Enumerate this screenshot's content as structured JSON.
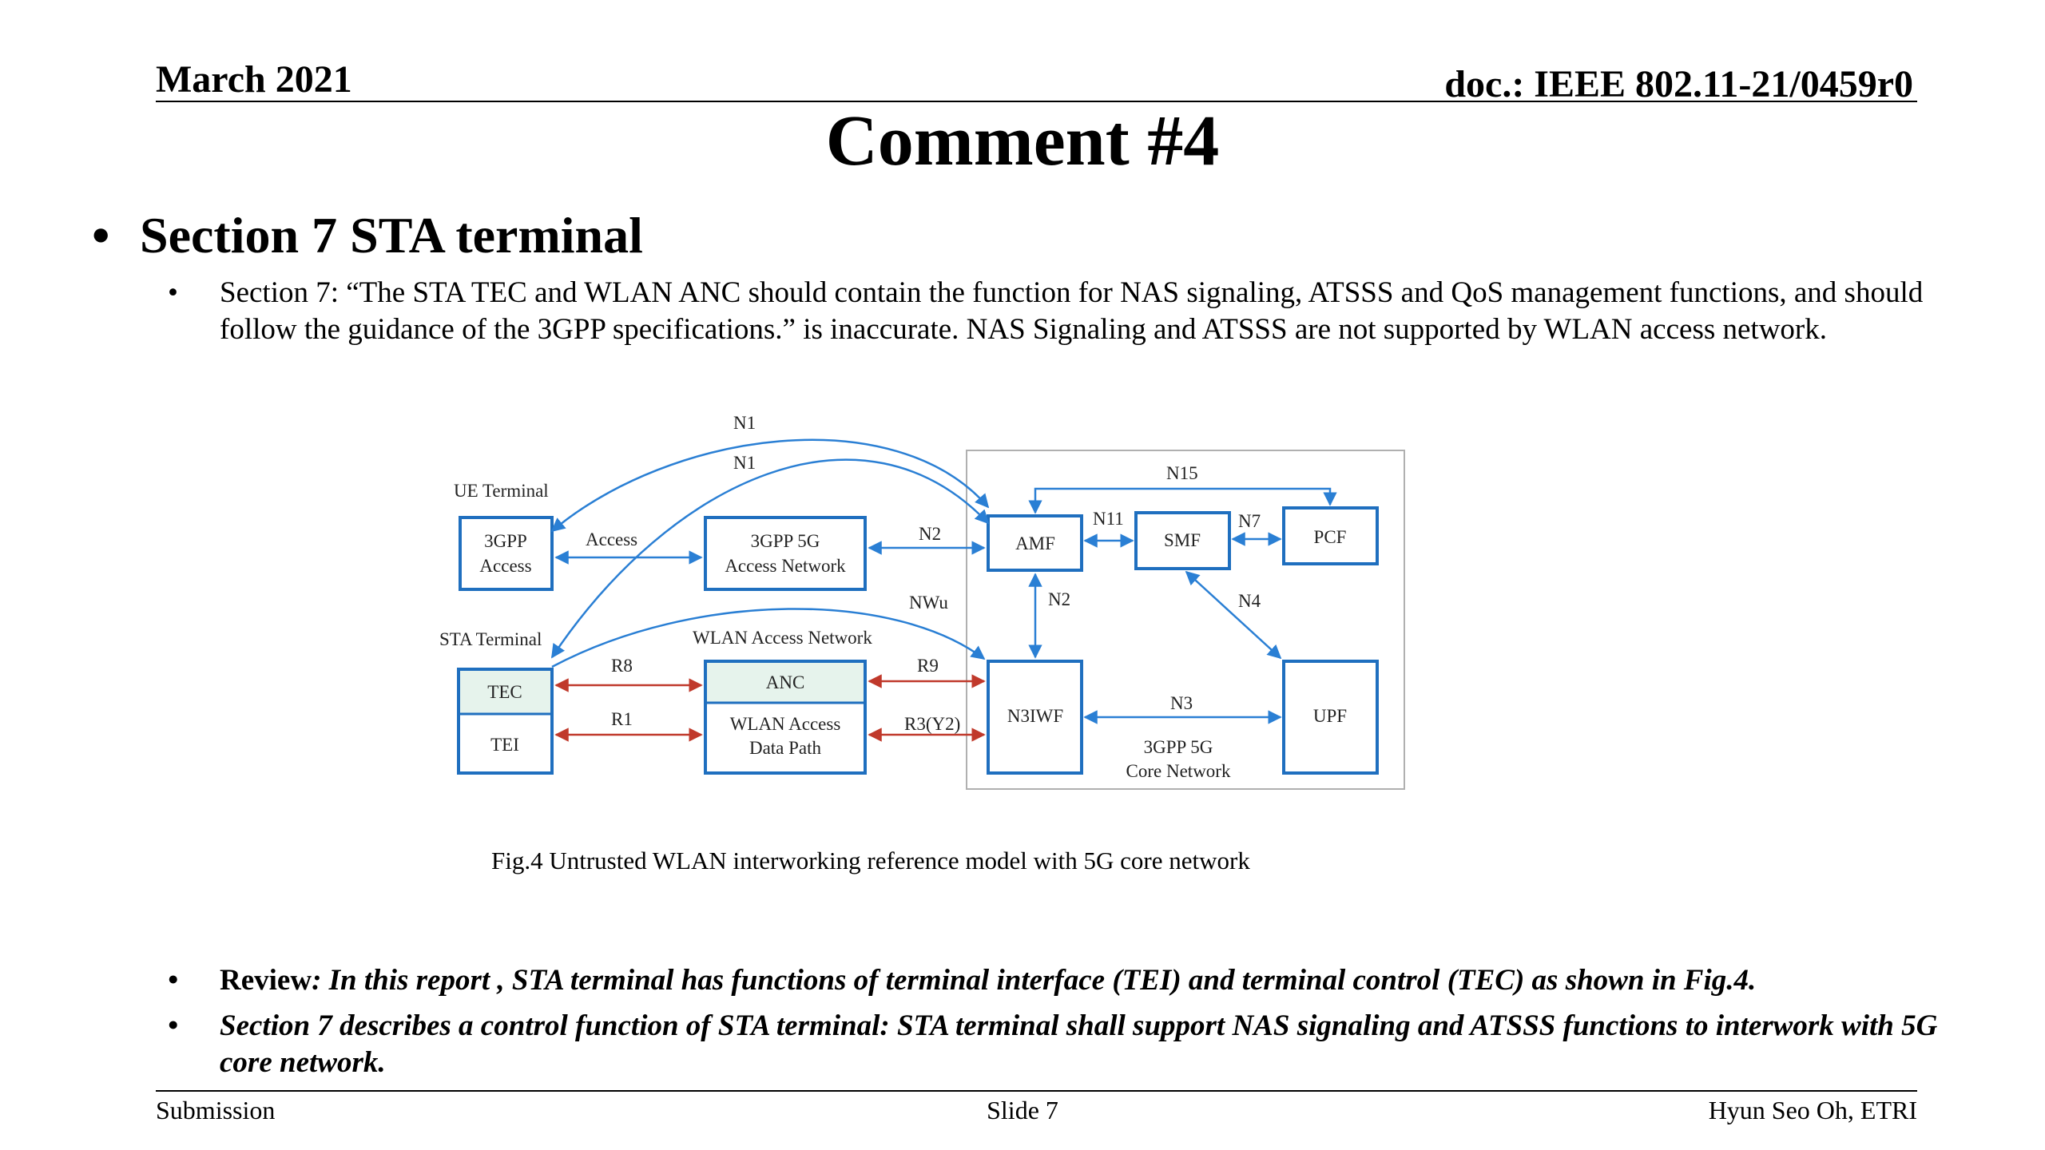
{
  "header": {
    "date": "March 2021",
    "doc_id": "doc.: IEEE 802.11-21/0459r0"
  },
  "slide": {
    "title": "Comment #4",
    "section_heading": "Section 7 STA terminal",
    "bullet_char": "•",
    "sub_bullet_1": "Section 7: “The STA TEC and WLAN ANC  should contain the function for NAS signaling, ATSSS and QoS management functions, and should follow the guidance of the 3GPP specifications.” is inaccurate. NAS Signaling and ATSSS are not supported by WLAN access network.",
    "review_label": "Review",
    "review_text": ": In this report , STA terminal has functions of terminal interface (TEI) and terminal control (TEC)  as shown in Fig.4.",
    "section7_text": "Section 7 describes a control function of STA terminal: STA terminal shall support NAS signaling and ATSSS functions to interwork with 5G core network."
  },
  "figure": {
    "caption": "Fig.4 Untrusted WLAN interworking reference model with 5G core network",
    "labels": {
      "ue_terminal": "UE Terminal",
      "sta_terminal": "STA Terminal",
      "wlan_access_network": "WLAN Access Network",
      "core_network_line1": "3GPP 5G",
      "core_network_line2": "Core Network",
      "gpp_access_line1": "3GPP",
      "gpp_access_line2": "Access",
      "gpp5g_an_line1": "3GPP 5G",
      "gpp5g_an_line2": "Access Network",
      "tec": "TEC",
      "tei": "TEI",
      "anc": "ANC",
      "wlan_dp_line1": "WLAN Access",
      "wlan_dp_line2": "Data Path",
      "amf": "AMF",
      "smf": "SMF",
      "pcf": "PCF",
      "n3iwf": "N3IWF",
      "upf": "UPF",
      "n1_top": "N1",
      "n1_second": "N1",
      "access": "Access",
      "n2_upper": "N2",
      "n2_vertical": "N2",
      "nwu": "NWu",
      "n11": "N11",
      "n7": "N7",
      "n15": "N15",
      "n4": "N4",
      "r8": "R8",
      "r9": "R9",
      "r1": "R1",
      "r3y2": "R3(Y2)",
      "n3": "N3"
    },
    "colors": {
      "box_blue": "#1f6fbf",
      "arrow_blue": "#2a7fd4",
      "arrow_red": "#c0392b",
      "highlight_fill": "#e6f3ec"
    }
  },
  "footer": {
    "left": "Submission",
    "center": "Slide 7",
    "right": "Hyun Seo Oh, ETRI"
  }
}
